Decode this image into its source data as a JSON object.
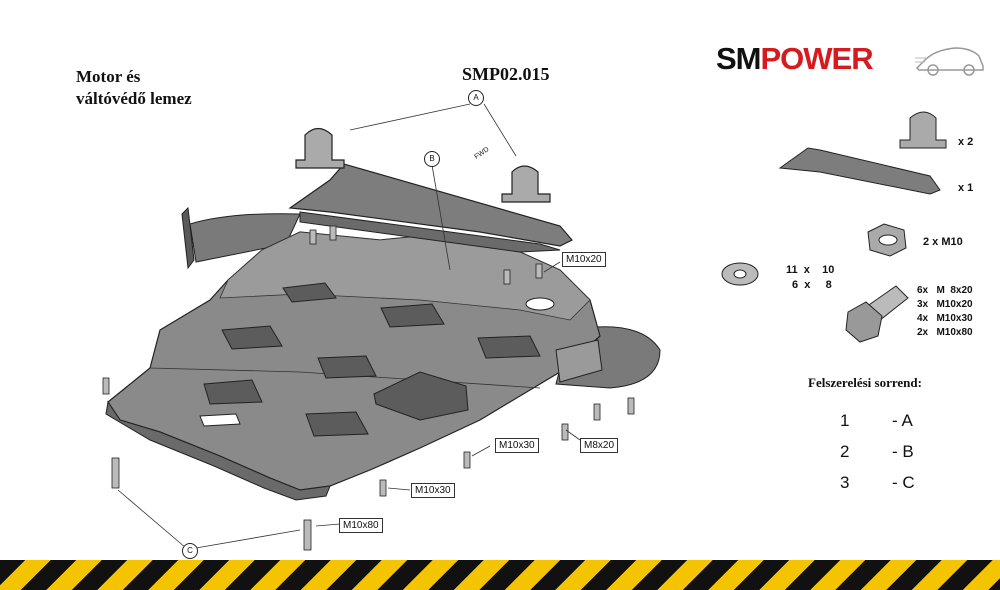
{
  "title_line1": "Motor és",
  "title_line2": "váltóvédő lemez",
  "product_code": "SMP02.015",
  "brand": {
    "part1": "SM",
    "part2": "POWER",
    "color_dark": "#111111",
    "color_red": "#d71920"
  },
  "parts": {
    "bracket_qty": "x 2",
    "plate_qty": "x 1",
    "nut": "2  x  M10",
    "washer_line1": "11  x    10",
    "washer_line2": "6  x     8",
    "bolts": "6x   M  8x20\n3x   M10x20\n4x   M10x30\n2x   M10x80"
  },
  "sequence_heading": "Felszerelési sorrend:",
  "sequence": [
    {
      "num": "1",
      "step": "- A"
    },
    {
      "num": "2",
      "step": "- B"
    },
    {
      "num": "3",
      "step": "- C"
    }
  ],
  "callouts": {
    "a": "A",
    "b": "B",
    "c": "C",
    "m10x20": "M10x20",
    "m10x30a": "M10x30",
    "m8x20": "M8x20",
    "m10x30b": "M10x30",
    "m10x80": "M10x80",
    "fwd": "FWD"
  }
}
